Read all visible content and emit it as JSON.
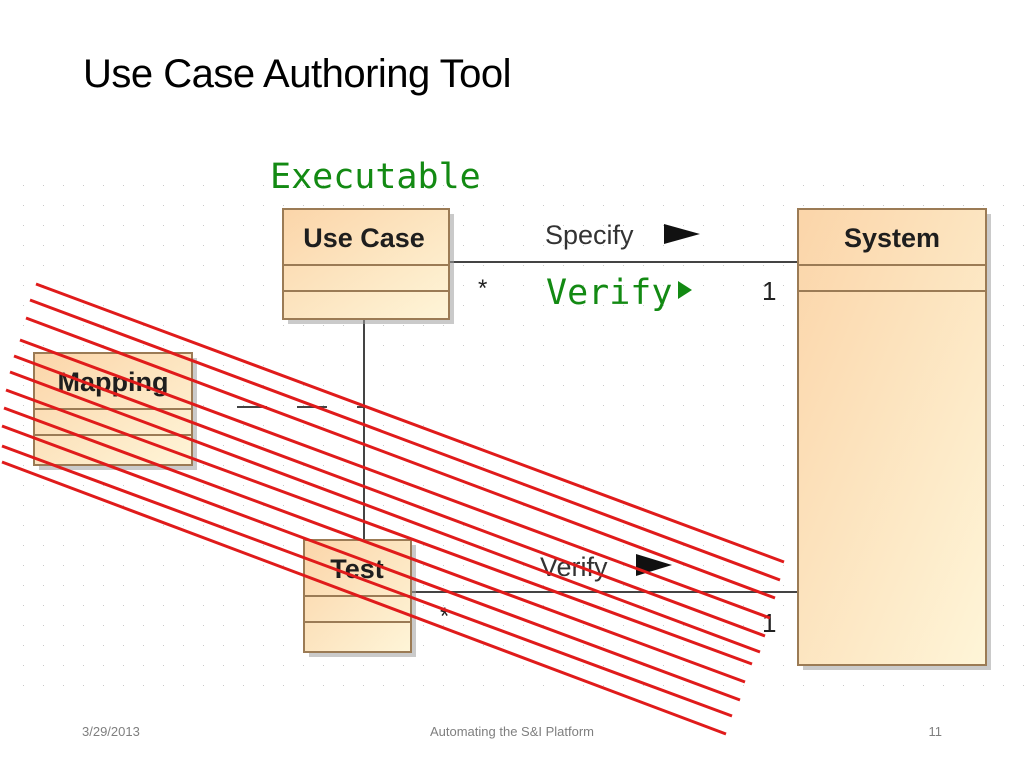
{
  "slide": {
    "title": "Use Case Authoring Tool",
    "footer_date": "3/29/2013",
    "footer_center": "Automating the S&I Platform",
    "footer_page": "11"
  },
  "diagram": {
    "annotation_executable": "Executable",
    "annotation_verify": "Verify",
    "annotation_color": "#138a13",
    "strike_color": "#e01b1b",
    "classes": {
      "use_case": "Use Case",
      "system": "System",
      "mapping": "Mapping",
      "test": "Test"
    },
    "associations": {
      "use_case_system_label": "Specify",
      "use_case_multiplicity": "*",
      "system_multiplicity_top": "1",
      "test_system_label": "Verify",
      "test_multiplicity": "*",
      "system_multiplicity_bottom": "1"
    }
  }
}
